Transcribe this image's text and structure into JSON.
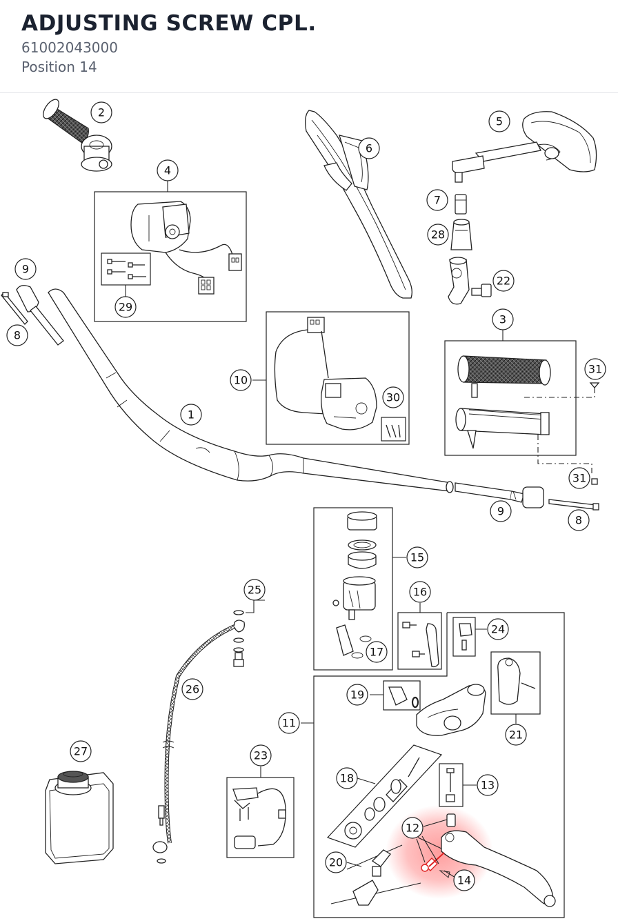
{
  "header": {
    "title": "ADJUSTING SCREW CPL.",
    "part_number": "61002043000",
    "position": "Position 14"
  },
  "highlight": {
    "position": "14",
    "color": "#ff4d4d"
  },
  "callouts": {
    "c1": "1",
    "c2": "2",
    "c3": "3",
    "c4": "4",
    "c5": "5",
    "c6": "6",
    "c7": "7",
    "c8a": "8",
    "c8b": "8",
    "c9a": "9",
    "c9b": "9",
    "c10": "10",
    "c11": "11",
    "c12": "12",
    "c13": "13",
    "c14": "14",
    "c15": "15",
    "c16": "16",
    "c17": "17",
    "c18": "18",
    "c19": "19",
    "c20": "20",
    "c21": "21",
    "c22": "22",
    "c23": "23",
    "c24": "24",
    "c25": "25",
    "c26": "26",
    "c27": "27",
    "c28": "28",
    "c29": "29",
    "c30": "30",
    "c31a": "31",
    "c31b": "31"
  }
}
